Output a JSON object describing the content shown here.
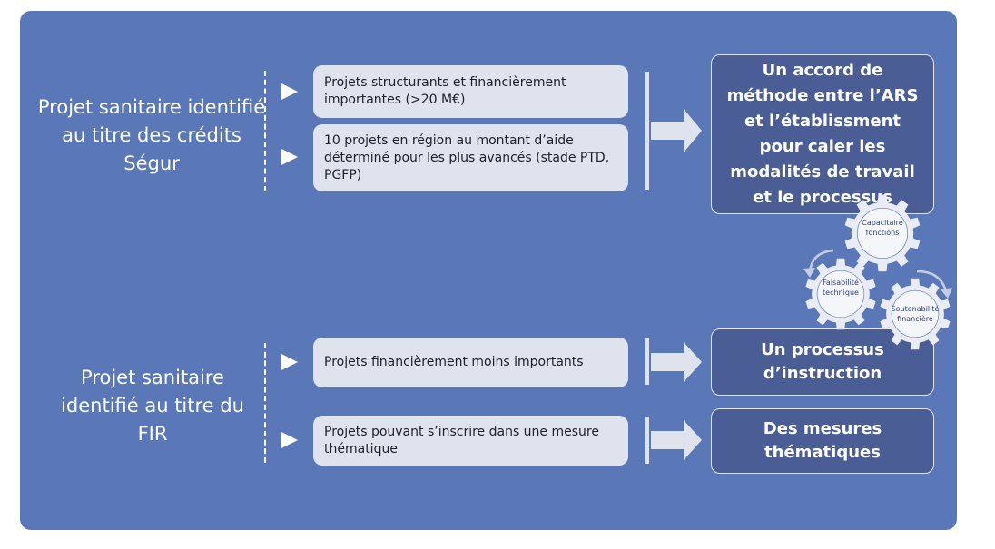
{
  "colors": {
    "panel": "#5a78b8",
    "item_box": "#dfe3ed",
    "result_box": "#4a5d94",
    "arrow": "#dfe3ed",
    "gear": "#e9ecf4",
    "cycle_arrow": "#c3cce3"
  },
  "sections": [
    {
      "title": "Projet sanitaire identifié au titre des crédits Ségur",
      "items": [
        "Projets structurants et financièrement importantes (>20 M€)",
        "10 projets en région au montant d’aide déterminé pour les plus avancés (stade PTD, PGFP)"
      ],
      "results": [
        "Un accord de méthode entre l’ARS et l’établissment pour caler les modalités de travail et le processus"
      ]
    },
    {
      "title": "Projet sanitaire identifié au titre du FIR",
      "items": [
        "Projets financièrement moins importants",
        "Projets pouvant s’inscrire dans une mesure thématique"
      ],
      "results": [
        "Un processus d’instruction",
        "Des mesures thématiques"
      ]
    }
  ],
  "gears": [
    {
      "label": "Capacitaire fonctions",
      "icon": "gear-icon"
    },
    {
      "label": "Faisabilité technique",
      "icon": "gear-icon"
    },
    {
      "label": "Soutenabilité financière",
      "icon": "gear-icon"
    }
  ]
}
